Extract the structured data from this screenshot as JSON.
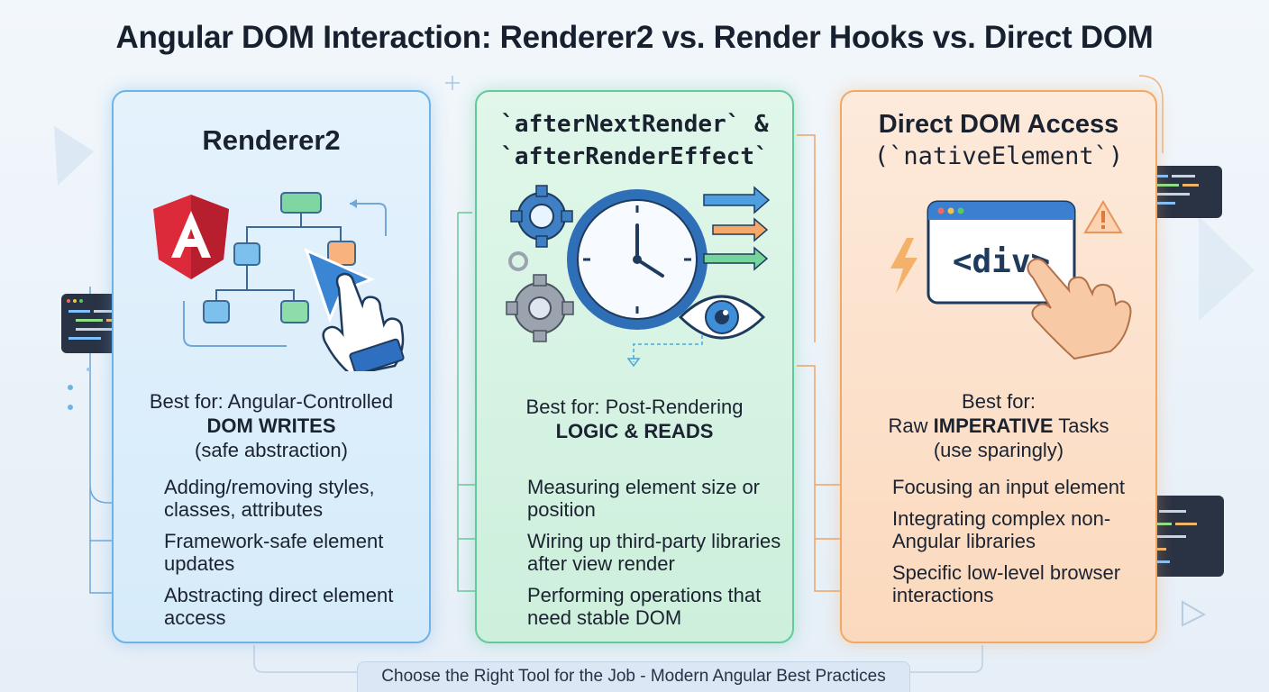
{
  "title": "Angular DOM Interaction: Renderer2 vs. Render Hooks vs. Direct DOM",
  "columns": [
    {
      "title_lines": [
        "Renderer2"
      ],
      "best_for": [
        "Best for: Angular-Controlled",
        "DOM WRITES",
        "(safe abstraction)"
      ],
      "bullets": [
        "Adding/removing styles, classes, attributes",
        "Framework-safe element updates",
        "Abstracting direct element access"
      ],
      "accent": "#2f86d0",
      "icons": [
        "angular-logo-icon",
        "tree-diagram-icon",
        "pointer-hand-icon"
      ]
    },
    {
      "title_lines": [
        "`afterNextRender` &",
        "`afterRenderEffect`"
      ],
      "best_for": [
        "Best for: Post-Rendering",
        "LOGIC & READS"
      ],
      "bullets": [
        "Measuring element size or position",
        "Wiring up third-party libraries after view render",
        "Performing operations that need stable DOM"
      ],
      "accent": "#27a86c",
      "icons": [
        "gear-icon",
        "clock-icon",
        "eye-icon",
        "arrow-icon"
      ]
    },
    {
      "title_lines": [
        "Direct DOM Access",
        "(`nativeElement`)"
      ],
      "best_for": [
        "Best for:",
        "Raw IMPERATIVE Tasks",
        "(use sparingly)"
      ],
      "bullets": [
        "Focusing an input element",
        "Integrating complex non-Angular libraries",
        "Specific low-level browser interactions"
      ],
      "accent": "#e58a38",
      "icons": [
        "browser-window-icon",
        "pointer-hand-icon",
        "warning-icon",
        "lightning-icon"
      ]
    }
  ],
  "illustration_text": {
    "div_tag": "<div>"
  },
  "footer": "Choose the Right Tool for the Job - Modern Angular Best Practices"
}
